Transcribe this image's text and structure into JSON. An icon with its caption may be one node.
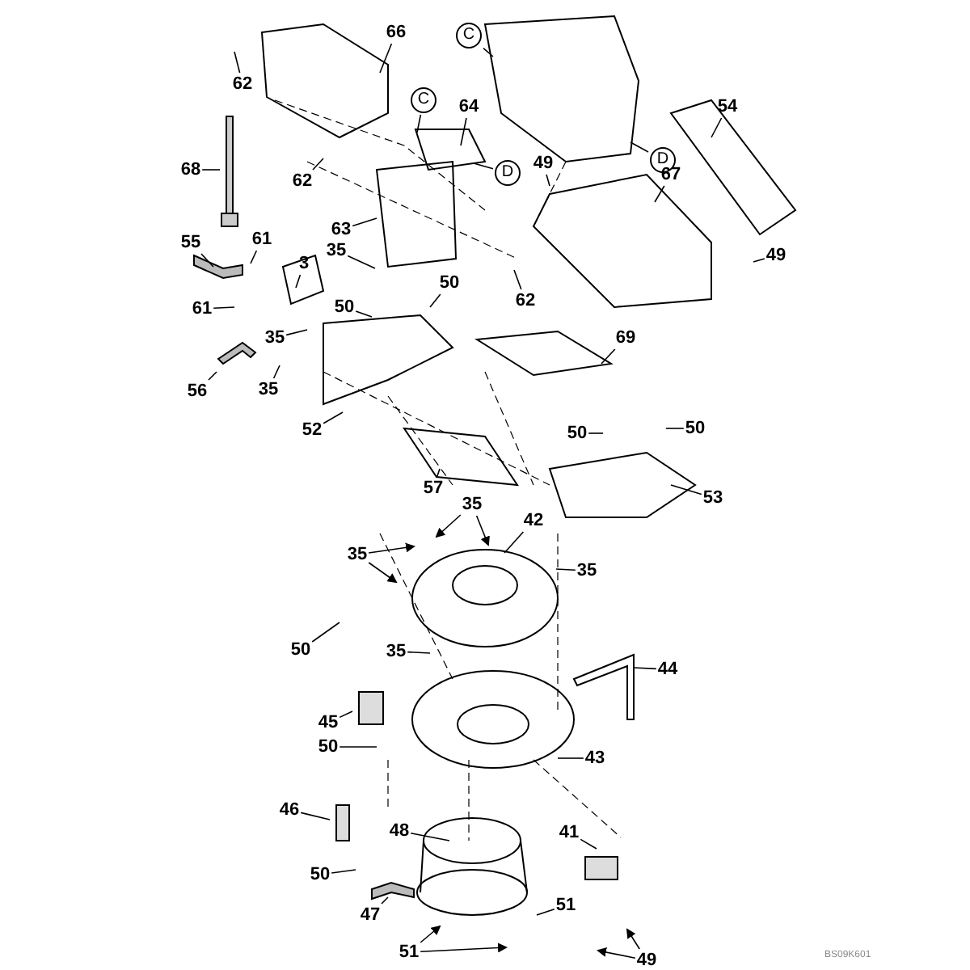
{
  "diagram": {
    "nodes": [
      {
        "text": [
          "62"
        ]
      },
      {
        "text": [
          "66"
        ]
      },
      {
        "text": [
          "C"
        ]
      },
      {
        "text": [
          "C"
        ]
      },
      {
        "text": [
          "64"
        ]
      },
      {
        "text": [
          "54"
        ]
      },
      {
        "text": [
          "68"
        ]
      },
      {
        "text": [
          "62"
        ]
      },
      {
        "text": [
          "D"
        ]
      },
      {
        "text": [
          "49"
        ]
      },
      {
        "text": [
          "D"
        ]
      },
      {
        "text": [
          "67"
        ]
      },
      {
        "text": [
          "63"
        ]
      },
      {
        "text": [
          "49"
        ]
      },
      {
        "text": [
          "55"
        ]
      },
      {
        "text": [
          "61"
        ]
      },
      {
        "text": [
          "3"
        ]
      },
      {
        "text": [
          "35"
        ]
      },
      {
        "text": [
          "50"
        ]
      },
      {
        "text": [
          "50"
        ]
      },
      {
        "text": [
          "61"
        ]
      },
      {
        "text": [
          "62"
        ]
      },
      {
        "text": [
          "35"
        ]
      },
      {
        "text": [
          "56"
        ]
      },
      {
        "text": [
          "69"
        ]
      },
      {
        "text": [
          "35"
        ]
      },
      {
        "text": [
          "52"
        ]
      },
      {
        "text": [
          "50"
        ]
      },
      {
        "text": [
          "50"
        ]
      },
      {
        "text": [
          "57"
        ]
      },
      {
        "text": [
          "53"
        ]
      },
      {
        "text": [
          "35"
        ]
      },
      {
        "text": [
          "42"
        ]
      },
      {
        "text": [
          "35"
        ]
      },
      {
        "text": [
          "35"
        ]
      },
      {
        "text": [
          "50"
        ]
      },
      {
        "text": [
          "35"
        ]
      },
      {
        "text": [
          "44"
        ]
      },
      {
        "text": [
          "45"
        ]
      },
      {
        "text": [
          "43"
        ]
      },
      {
        "text": [
          "50"
        ]
      },
      {
        "text": [
          "46"
        ]
      },
      {
        "text": [
          "41"
        ]
      },
      {
        "text": [
          "48"
        ]
      },
      {
        "text": [
          "50"
        ]
      },
      {
        "text": [
          "47"
        ]
      },
      {
        "text": [
          "51"
        ]
      },
      {
        "text": [
          "51"
        ]
      },
      {
        "text": [
          "49"
        ]
      }
    ],
    "edges": [
      {
        "from": 0,
        "to": null,
        "arrow": "none"
      },
      {
        "from": 1,
        "to": null,
        "arrow": "none"
      },
      {
        "from": 2,
        "to": null,
        "arrow": "none"
      },
      {
        "from": 3,
        "to": null,
        "arrow": "none"
      },
      {
        "from": 4,
        "to": null,
        "arrow": "none"
      },
      {
        "from": 5,
        "to": null,
        "arrow": "none"
      },
      {
        "from": 6,
        "to": null,
        "arrow": "none"
      },
      {
        "from": 7,
        "to": null,
        "arrow": "none"
      },
      {
        "from": 8,
        "to": null,
        "arrow": "none"
      },
      {
        "from": 9,
        "to": null,
        "arrow": "none"
      },
      {
        "from": 10,
        "to": null,
        "arrow": "none"
      },
      {
        "from": 11,
        "to": null,
        "arrow": "none"
      },
      {
        "from": 12,
        "to": null,
        "arrow": "none"
      },
      {
        "from": 13,
        "to": null,
        "arrow": "none"
      },
      {
        "from": 14,
        "to": null,
        "arrow": "none"
      },
      {
        "from": 15,
        "to": null,
        "arrow": "none"
      },
      {
        "from": 16,
        "to": null,
        "arrow": "none"
      },
      {
        "from": 17,
        "to": null,
        "arrow": "none"
      },
      {
        "from": 18,
        "to": null,
        "arrow": "none"
      },
      {
        "from": 19,
        "to": null,
        "arrow": "none"
      },
      {
        "from": 20,
        "to": null,
        "arrow": "none"
      },
      {
        "from": 21,
        "to": null,
        "arrow": "none"
      },
      {
        "from": 22,
        "to": null,
        "arrow": "none"
      },
      {
        "from": 23,
        "to": null,
        "arrow": "none"
      },
      {
        "from": 24,
        "to": null,
        "arrow": "none"
      },
      {
        "from": 25,
        "to": null,
        "arrow": "none"
      },
      {
        "from": 26,
        "to": null,
        "arrow": "none"
      },
      {
        "from": 27,
        "to": null,
        "arrow": "none"
      },
      {
        "from": 28,
        "to": null,
        "arrow": "none"
      },
      {
        "from": 29,
        "to": null,
        "arrow": "none"
      },
      {
        "from": 30,
        "to": null,
        "arrow": "none"
      },
      {
        "from": 31,
        "to": null,
        "arrow": "to"
      },
      {
        "from": 31,
        "to": null,
        "arrow": "to"
      },
      {
        "from": 32,
        "to": null,
        "arrow": "none"
      },
      {
        "from": 33,
        "to": null,
        "arrow": "to"
      },
      {
        "from": 33,
        "to": null,
        "arrow": "to"
      },
      {
        "from": 34,
        "to": null,
        "arrow": "none"
      },
      {
        "from": 35,
        "to": null,
        "arrow": "none"
      },
      {
        "from": 36,
        "to": null,
        "arrow": "none"
      },
      {
        "from": 37,
        "to": null,
        "arrow": "none"
      },
      {
        "from": 38,
        "to": null,
        "arrow": "none"
      },
      {
        "from": 39,
        "to": null,
        "arrow": "none"
      },
      {
        "from": 40,
        "to": null,
        "arrow": "none"
      },
      {
        "from": 41,
        "to": null,
        "arrow": "none"
      },
      {
        "from": 42,
        "to": null,
        "arrow": "none"
      },
      {
        "from": 43,
        "to": null,
        "arrow": "none"
      },
      {
        "from": 44,
        "to": null,
        "arrow": "none"
      },
      {
        "from": 45,
        "to": null,
        "arrow": "none"
      },
      {
        "from": 46,
        "to": null,
        "arrow": "none"
      },
      {
        "from": 47,
        "to": null,
        "arrow": "to"
      },
      {
        "from": 47,
        "to": null,
        "arrow": "to"
      },
      {
        "from": 48,
        "to": null,
        "arrow": "to"
      },
      {
        "from": 48,
        "to": null,
        "arrow": "to"
      }
    ],
    "labels": [
      "BS09K601"
    ]
  }
}
